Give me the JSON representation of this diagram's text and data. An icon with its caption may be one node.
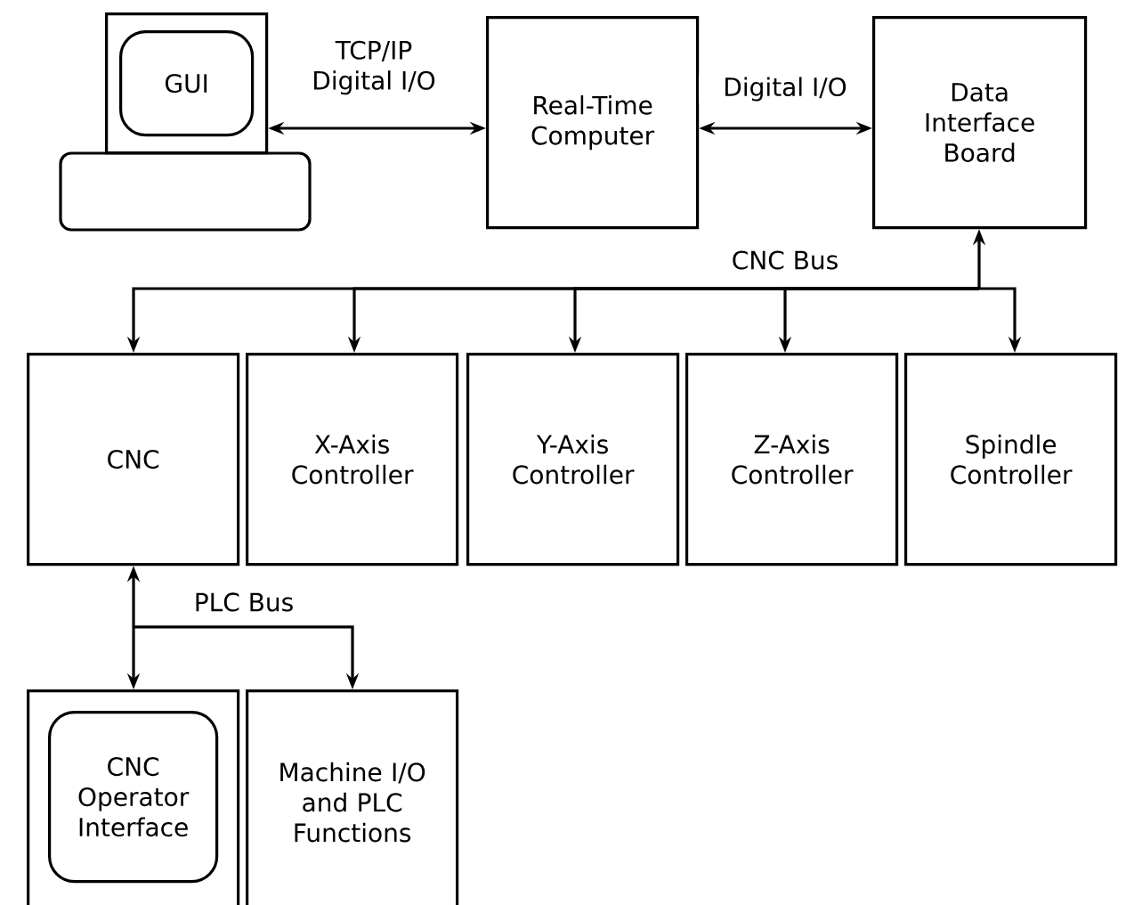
{
  "diagram": {
    "nodes": [
      {
        "text": [],
        "shape": "box"
      },
      {
        "text": [
          "GUI"
        ],
        "in": 0
      },
      {
        "text": [
          "Real-Time Computer"
        ]
      },
      {
        "text": [
          "Data Interface Board"
        ]
      },
      {
        "text": [
          "CNC"
        ]
      },
      {
        "text": [
          "X-Axis Controller"
        ]
      },
      {
        "text": [
          "Y-Axis Controller"
        ]
      },
      {
        "text": [
          "Z-Axis Controller"
        ]
      },
      {
        "text": [
          "Spindle Controller"
        ]
      },
      {
        "text": [],
        "shape": "box"
      },
      {
        "text": [
          "CNC Operator Interface"
        ],
        "in": 9
      },
      {
        "text": [
          "Machine I/O and PLC Functions"
        ]
      }
    ],
    "edges": [
      {
        "from": 0,
        "to": 2,
        "arrow": "both",
        "label": "TCP/IP Digital I/O"
      },
      {
        "from": 2,
        "to": 3,
        "arrow": "both",
        "label": "Digital I/O"
      },
      {
        "from": 3,
        "to": 4,
        "arrow": "both"
      },
      {
        "from": 3,
        "to": 5,
        "arrow": "both"
      },
      {
        "from": 3,
        "to": 6,
        "arrow": "both"
      },
      {
        "from": 3,
        "to": 7,
        "arrow": "both"
      },
      {
        "from": 3,
        "to": 8,
        "arrow": "both"
      },
      {
        "from": 4,
        "to": 9,
        "arrow": "both"
      },
      {
        "from": 4,
        "to": 11,
        "arrow": "both"
      }
    ],
    "labels": [
      "CNC Bus",
      "PLC Bus"
    ]
  }
}
